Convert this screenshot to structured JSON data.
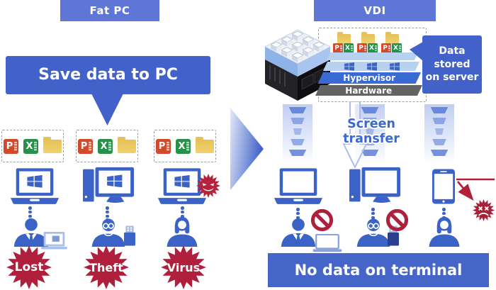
{
  "palette": {
    "header_blue": "#5f76d7",
    "deep_blue": "#4262c9",
    "icon_blue": "#3b62c6",
    "alert_red": "#b0203c",
    "hypervisor_blue": "#3a6ad3",
    "hardware_gray": "#636363",
    "folder_yellow": "#ecc95e",
    "ppt_red": "#d04a2b",
    "excel_green": "#27904a"
  },
  "fat_pc": {
    "header": "Fat PC",
    "bubble": "Save data to PC",
    "risks": [
      {
        "label": "Lost"
      },
      {
        "label": "Theft"
      },
      {
        "label": "Virus"
      }
    ]
  },
  "vdi": {
    "header": "VDI",
    "data_bubble_lines": [
      "Data",
      "stored",
      "on server"
    ],
    "screen_transfer_lines": [
      "Screen",
      "transfer"
    ],
    "stack": {
      "hypervisor": "Hypervisor",
      "hardware": "Hardware"
    },
    "banner": "No data on terminal"
  },
  "icons": {
    "ppt_letter": "P",
    "excel_letter": "X"
  }
}
